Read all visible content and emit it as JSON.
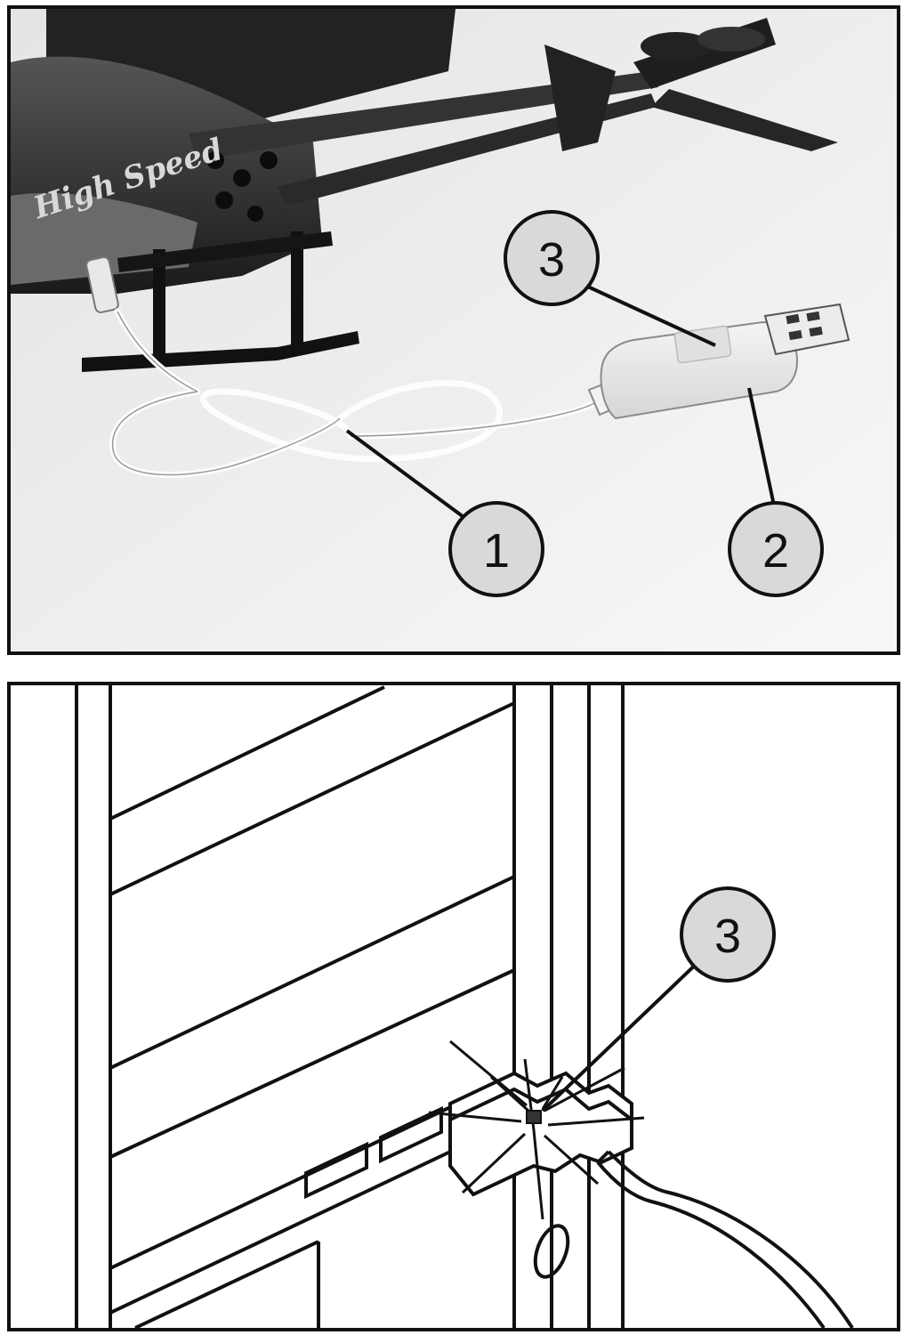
{
  "top_panel": {
    "brand_text": "High Speed",
    "callouts": [
      {
        "id": "cable",
        "label": "1"
      },
      {
        "id": "charger",
        "label": "2"
      },
      {
        "id": "led",
        "label": "3"
      }
    ]
  },
  "bottom_panel": {
    "callouts": [
      {
        "id": "led-lit",
        "label": "3"
      }
    ]
  }
}
